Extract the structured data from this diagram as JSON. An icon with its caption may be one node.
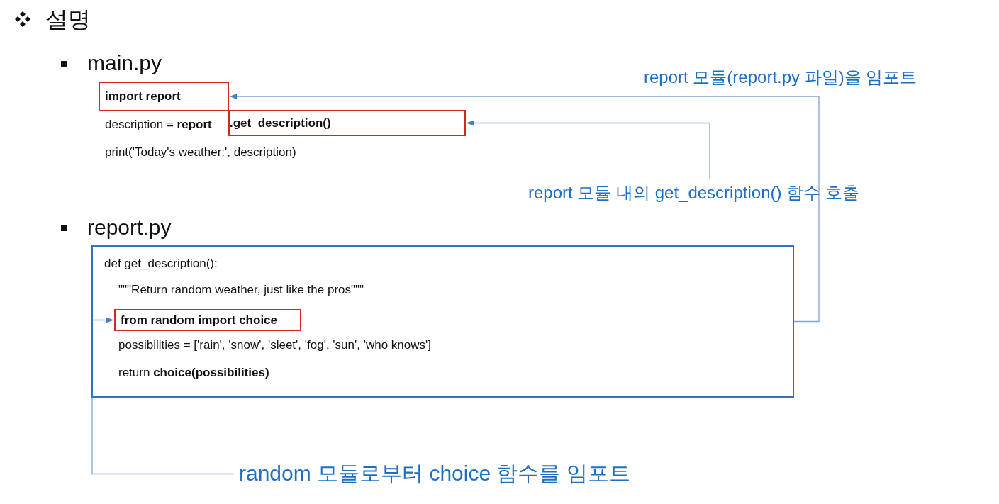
{
  "diagram": {
    "title": "설명",
    "nodes": [
      {
        "text": [
          "import report"
        ]
      },
      {
        "text": [
          ".get_description()"
        ]
      },
      {
        "text": [
          "report.py",
          "def get_description():",
          "\"\"\"Return random weather, just like the pros\"\"\"",
          "possibilities = ['rain', 'snow', 'sleet', 'fog', 'sun', 'who knows']",
          "return **choice(possibilities)**"
        ]
      },
      {
        "text": [
          "from random import choice"
        ],
        "in": 2
      },
      {
        "text": [
          "report 모듈 내의 get_description() 함수 호출"
        ]
      },
      {
        "text": [
          "random 모듈로부터 choice 함수를 임포트"
        ]
      }
    ],
    "edges": [
      {
        "from": 2,
        "to": 0,
        "arrow": "to",
        "label": "report 모듈(report.py 파일)을 임포트"
      },
      {
        "from": 4,
        "to": 1,
        "arrow": "to"
      },
      {
        "from": 5,
        "to": 3,
        "arrow": "to"
      }
    ],
    "labels": [
      "main.py",
      "description = **report**",
      "print('Today's weather:', description)"
    ]
  }
}
